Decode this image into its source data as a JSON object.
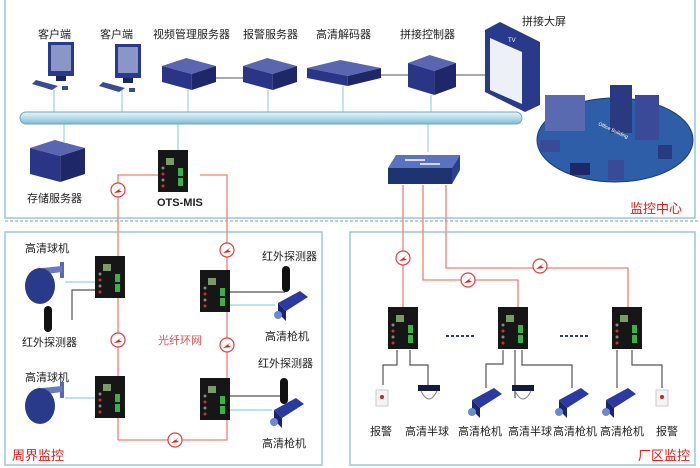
{
  "center": {
    "title": "监控中心",
    "client1": "客户端",
    "client2": "客户端",
    "video_server": "视频管理服务器",
    "alarm_server": "报警服务器",
    "decoder": "高清解码器",
    "splice_controller": "拼接控制器",
    "video_wall": "拼接大屏",
    "storage_server": "存储服务器",
    "core_switch": "OTS-MIS",
    "tv_text": "TV",
    "building_text": "Office Building"
  },
  "perimeter": {
    "title": "周界监控",
    "ring_label": "光纤环网",
    "dome1": "高清球机",
    "ir1": "红外探测器",
    "dome2": "高清球机",
    "ir2": "红外探测器",
    "gun1": "高清枪机",
    "ir3": "红外探测器",
    "gun2": "高清枪机"
  },
  "plant": {
    "title": "厂区监控",
    "devices": [
      "报警",
      "高清半球",
      "高清枪机",
      "高清半球",
      "高清枪机",
      "高清枪机",
      "报警"
    ]
  },
  "colors": {
    "panel_border": "#9cc4e4",
    "fiber": "#f08070",
    "device": "#2a3a8a",
    "title_red": "#e02020"
  }
}
